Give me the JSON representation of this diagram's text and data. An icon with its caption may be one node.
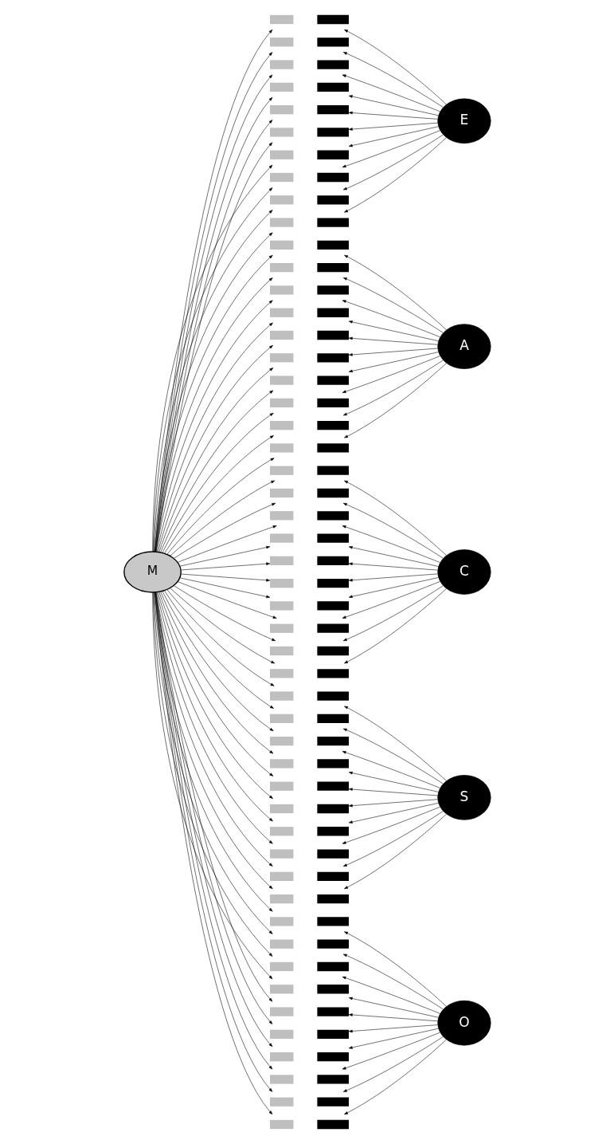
{
  "diagram": {
    "nodes": [
      {
        "text": [
          "M"
        ]
      },
      {
        "text": [],
        "shape": "bar"
      },
      {
        "text": [],
        "shape": "bar"
      },
      {
        "text": [],
        "shape": "bar"
      },
      {
        "text": [],
        "shape": "bar"
      },
      {
        "text": [],
        "shape": "bar"
      },
      {
        "text": [],
        "shape": "bar"
      },
      {
        "text": [],
        "shape": "bar"
      },
      {
        "text": [],
        "shape": "bar"
      },
      {
        "text": [],
        "shape": "bar"
      },
      {
        "text": [],
        "shape": "bar"
      },
      {
        "text": [],
        "shape": "bar"
      },
      {
        "text": [],
        "shape": "bar"
      },
      {
        "text": [],
        "shape": "bar"
      },
      {
        "text": [],
        "shape": "bar"
      },
      {
        "text": [],
        "shape": "bar"
      },
      {
        "text": [],
        "shape": "bar"
      },
      {
        "text": [],
        "shape": "bar"
      },
      {
        "text": [],
        "shape": "bar"
      },
      {
        "text": [],
        "shape": "bar"
      },
      {
        "text": [],
        "shape": "bar"
      },
      {
        "text": [],
        "shape": "bar"
      },
      {
        "text": [],
        "shape": "bar"
      },
      {
        "text": [],
        "shape": "bar"
      },
      {
        "text": [],
        "shape": "bar"
      },
      {
        "text": [],
        "shape": "bar"
      },
      {
        "text": [],
        "shape": "bar"
      },
      {
        "text": [],
        "shape": "bar"
      },
      {
        "text": [],
        "shape": "bar"
      },
      {
        "text": [],
        "shape": "bar"
      },
      {
        "text": [],
        "shape": "bar"
      },
      {
        "text": [],
        "shape": "bar"
      },
      {
        "text": [],
        "shape": "bar"
      },
      {
        "text": [],
        "shape": "bar"
      },
      {
        "text": [],
        "shape": "bar"
      },
      {
        "text": [],
        "shape": "bar"
      },
      {
        "text": [],
        "shape": "bar"
      },
      {
        "text": [],
        "shape": "bar"
      },
      {
        "text": [],
        "shape": "bar"
      },
      {
        "text": [],
        "shape": "bar"
      },
      {
        "text": [],
        "shape": "bar"
      },
      {
        "text": [],
        "shape": "bar"
      },
      {
        "text": [],
        "shape": "bar"
      },
      {
        "text": [],
        "shape": "bar"
      },
      {
        "text": [],
        "shape": "bar"
      },
      {
        "text": [],
        "shape": "bar"
      },
      {
        "text": [],
        "shape": "bar"
      },
      {
        "text": [],
        "shape": "bar"
      },
      {
        "text": [],
        "shape": "bar"
      },
      {
        "text": [],
        "shape": "bar"
      },
      {
        "text": [],
        "shape": "bar"
      },
      {
        "text": [
          "E"
        ]
      },
      {
        "text": [
          "A"
        ]
      },
      {
        "text": [
          "C"
        ]
      },
      {
        "text": [
          "S"
        ]
      },
      {
        "text": [
          "O"
        ]
      }
    ],
    "edges": [
      {
        "from": 0,
        "to": 1,
        "arrow": "to"
      },
      {
        "from": 0,
        "to": 2,
        "arrow": "to"
      },
      {
        "from": 0,
        "to": 3,
        "arrow": "to"
      },
      {
        "from": 0,
        "to": 4,
        "arrow": "to"
      },
      {
        "from": 0,
        "to": 5,
        "arrow": "to"
      },
      {
        "from": 0,
        "to": 6,
        "arrow": "to"
      },
      {
        "from": 0,
        "to": 7,
        "arrow": "to"
      },
      {
        "from": 0,
        "to": 8,
        "arrow": "to"
      },
      {
        "from": 0,
        "to": 9,
        "arrow": "to"
      },
      {
        "from": 0,
        "to": 10,
        "arrow": "to"
      },
      {
        "from": 0,
        "to": 11,
        "arrow": "to"
      },
      {
        "from": 0,
        "to": 12,
        "arrow": "to"
      },
      {
        "from": 0,
        "to": 13,
        "arrow": "to"
      },
      {
        "from": 0,
        "to": 14,
        "arrow": "to"
      },
      {
        "from": 0,
        "to": 15,
        "arrow": "to"
      },
      {
        "from": 0,
        "to": 16,
        "arrow": "to"
      },
      {
        "from": 0,
        "to": 17,
        "arrow": "to"
      },
      {
        "from": 0,
        "to": 18,
        "arrow": "to"
      },
      {
        "from": 0,
        "to": 19,
        "arrow": "to"
      },
      {
        "from": 0,
        "to": 20,
        "arrow": "to"
      },
      {
        "from": 0,
        "to": 21,
        "arrow": "to"
      },
      {
        "from": 0,
        "to": 22,
        "arrow": "to"
      },
      {
        "from": 0,
        "to": 23,
        "arrow": "to"
      },
      {
        "from": 0,
        "to": 24,
        "arrow": "to"
      },
      {
        "from": 0,
        "to": 25,
        "arrow": "to"
      },
      {
        "from": 0,
        "to": 26,
        "arrow": "to"
      },
      {
        "from": 0,
        "to": 27,
        "arrow": "to"
      },
      {
        "from": 0,
        "to": 28,
        "arrow": "to"
      },
      {
        "from": 0,
        "to": 29,
        "arrow": "to"
      },
      {
        "from": 0,
        "to": 30,
        "arrow": "to"
      },
      {
        "from": 0,
        "to": 31,
        "arrow": "to"
      },
      {
        "from": 0,
        "to": 32,
        "arrow": "to"
      },
      {
        "from": 0,
        "to": 33,
        "arrow": "to"
      },
      {
        "from": 0,
        "to": 34,
        "arrow": "to"
      },
      {
        "from": 0,
        "to": 35,
        "arrow": "to"
      },
      {
        "from": 0,
        "to": 36,
        "arrow": "to"
      },
      {
        "from": 0,
        "to": 37,
        "arrow": "to"
      },
      {
        "from": 0,
        "to": 38,
        "arrow": "to"
      },
      {
        "from": 0,
        "to": 39,
        "arrow": "to"
      },
      {
        "from": 0,
        "to": 40,
        "arrow": "to"
      },
      {
        "from": 0,
        "to": 41,
        "arrow": "to"
      },
      {
        "from": 0,
        "to": 42,
        "arrow": "to"
      },
      {
        "from": 0,
        "to": 43,
        "arrow": "to"
      },
      {
        "from": 0,
        "to": 44,
        "arrow": "to"
      },
      {
        "from": 0,
        "to": 45,
        "arrow": "to"
      },
      {
        "from": 0,
        "to": 46,
        "arrow": "to"
      },
      {
        "from": 0,
        "to": 47,
        "arrow": "to"
      },
      {
        "from": 0,
        "to": 48,
        "arrow": "to"
      },
      {
        "from": 0,
        "to": 49,
        "arrow": "to"
      },
      {
        "from": 0,
        "to": 50,
        "arrow": "to"
      },
      {
        "from": 51,
        "to": 1,
        "arrow": "to"
      },
      {
        "from": 51,
        "to": 2,
        "arrow": "to"
      },
      {
        "from": 51,
        "to": 3,
        "arrow": "to"
      },
      {
        "from": 51,
        "to": 4,
        "arrow": "to"
      },
      {
        "from": 51,
        "to": 5,
        "arrow": "to"
      },
      {
        "from": 51,
        "to": 6,
        "arrow": "to"
      },
      {
        "from": 51,
        "to": 7,
        "arrow": "to"
      },
      {
        "from": 51,
        "to": 8,
        "arrow": "to"
      },
      {
        "from": 51,
        "to": 9,
        "arrow": "to"
      },
      {
        "from": 51,
        "to": 10,
        "arrow": "to"
      },
      {
        "from": 52,
        "to": 11,
        "arrow": "to"
      },
      {
        "from": 52,
        "to": 12,
        "arrow": "to"
      },
      {
        "from": 52,
        "to": 13,
        "arrow": "to"
      },
      {
        "from": 52,
        "to": 14,
        "arrow": "to"
      },
      {
        "from": 52,
        "to": 15,
        "arrow": "to"
      },
      {
        "from": 52,
        "to": 16,
        "arrow": "to"
      },
      {
        "from": 52,
        "to": 17,
        "arrow": "to"
      },
      {
        "from": 52,
        "to": 18,
        "arrow": "to"
      },
      {
        "from": 52,
        "to": 19,
        "arrow": "to"
      },
      {
        "from": 52,
        "to": 20,
        "arrow": "to"
      },
      {
        "from": 53,
        "to": 21,
        "arrow": "to"
      },
      {
        "from": 53,
        "to": 22,
        "arrow": "to"
      },
      {
        "from": 53,
        "to": 23,
        "arrow": "to"
      },
      {
        "from": 53,
        "to": 24,
        "arrow": "to"
      },
      {
        "from": 53,
        "to": 25,
        "arrow": "to"
      },
      {
        "from": 53,
        "to": 26,
        "arrow": "to"
      },
      {
        "from": 53,
        "to": 27,
        "arrow": "to"
      },
      {
        "from": 53,
        "to": 28,
        "arrow": "to"
      },
      {
        "from": 53,
        "to": 29,
        "arrow": "to"
      },
      {
        "from": 53,
        "to": 30,
        "arrow": "to"
      },
      {
        "from": 54,
        "to": 31,
        "arrow": "to"
      },
      {
        "from": 54,
        "to": 32,
        "arrow": "to"
      },
      {
        "from": 54,
        "to": 33,
        "arrow": "to"
      },
      {
        "from": 54,
        "to": 34,
        "arrow": "to"
      },
      {
        "from": 54,
        "to": 35,
        "arrow": "to"
      },
      {
        "from": 54,
        "to": 36,
        "arrow": "to"
      },
      {
        "from": 54,
        "to": 37,
        "arrow": "to"
      },
      {
        "from": 54,
        "to": 38,
        "arrow": "to"
      },
      {
        "from": 54,
        "to": 39,
        "arrow": "to"
      },
      {
        "from": 54,
        "to": 40,
        "arrow": "to"
      },
      {
        "from": 55,
        "to": 41,
        "arrow": "to"
      },
      {
        "from": 55,
        "to": 42,
        "arrow": "to"
      },
      {
        "from": 55,
        "to": 43,
        "arrow": "to"
      },
      {
        "from": 55,
        "to": 44,
        "arrow": "to"
      },
      {
        "from": 55,
        "to": 45,
        "arrow": "to"
      },
      {
        "from": 55,
        "to": 46,
        "arrow": "to"
      },
      {
        "from": 55,
        "to": 47,
        "arrow": "to"
      },
      {
        "from": 55,
        "to": 48,
        "arrow": "to"
      },
      {
        "from": 55,
        "to": 49,
        "arrow": "to"
      },
      {
        "from": 55,
        "to": 50,
        "arrow": "to"
      }
    ]
  }
}
